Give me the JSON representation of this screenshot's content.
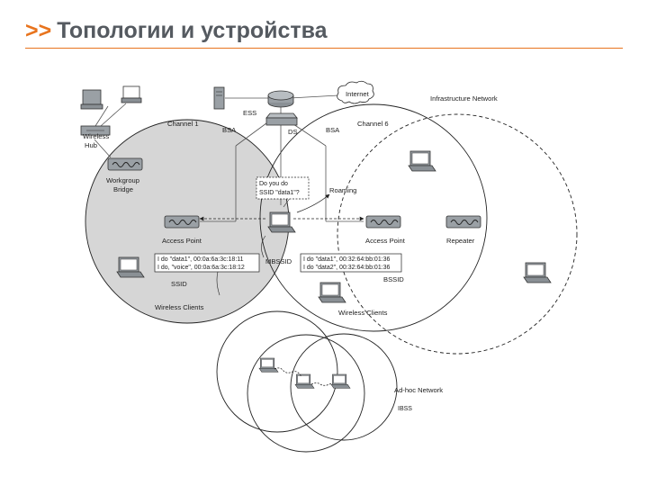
{
  "slide": {
    "arrows": ">>",
    "title": "Топологии и устройства"
  },
  "diagram": {
    "internet": "Internet",
    "infrastructure_network": "Infrastructure Network",
    "ess": "ESS",
    "channel1": "Channel 1",
    "channel6": "Channel 6",
    "bsa_left": "BSA",
    "bsa_right": "BSA",
    "ds": "DS",
    "hub": "Hub",
    "hub_top": "Wireless",
    "workgroup_bridge_1": "Workgroup",
    "workgroup_bridge_2": "Bridge",
    "callout_1": "Do you do",
    "callout_2": "SSID \"data1\"?",
    "roaming": "Roaming",
    "access_point_left": "Access Point",
    "access_point_right": "Access Point",
    "repeater": "Repeater",
    "left_ssid_1": "I do \"data1\", 00:0a:6a:3c:18:11",
    "left_ssid_2": "I do, \"voice\", 00:0a:6a:3c:18:12",
    "right_ssid_1": "I do \"data1\", 00:32:64:bb:01:36",
    "right_ssid_2": "I do \"data2\", 00:32:64:bb:01:36",
    "mbssid": "MBSSID",
    "ssid": "SSID",
    "bssid": "BSSID",
    "wireless_clients_left": "Wireless Clients",
    "wireless_clients_right": "Wireless Clients",
    "adhoc_network": "Ad-hoc Network",
    "ibss": "IBSS"
  }
}
